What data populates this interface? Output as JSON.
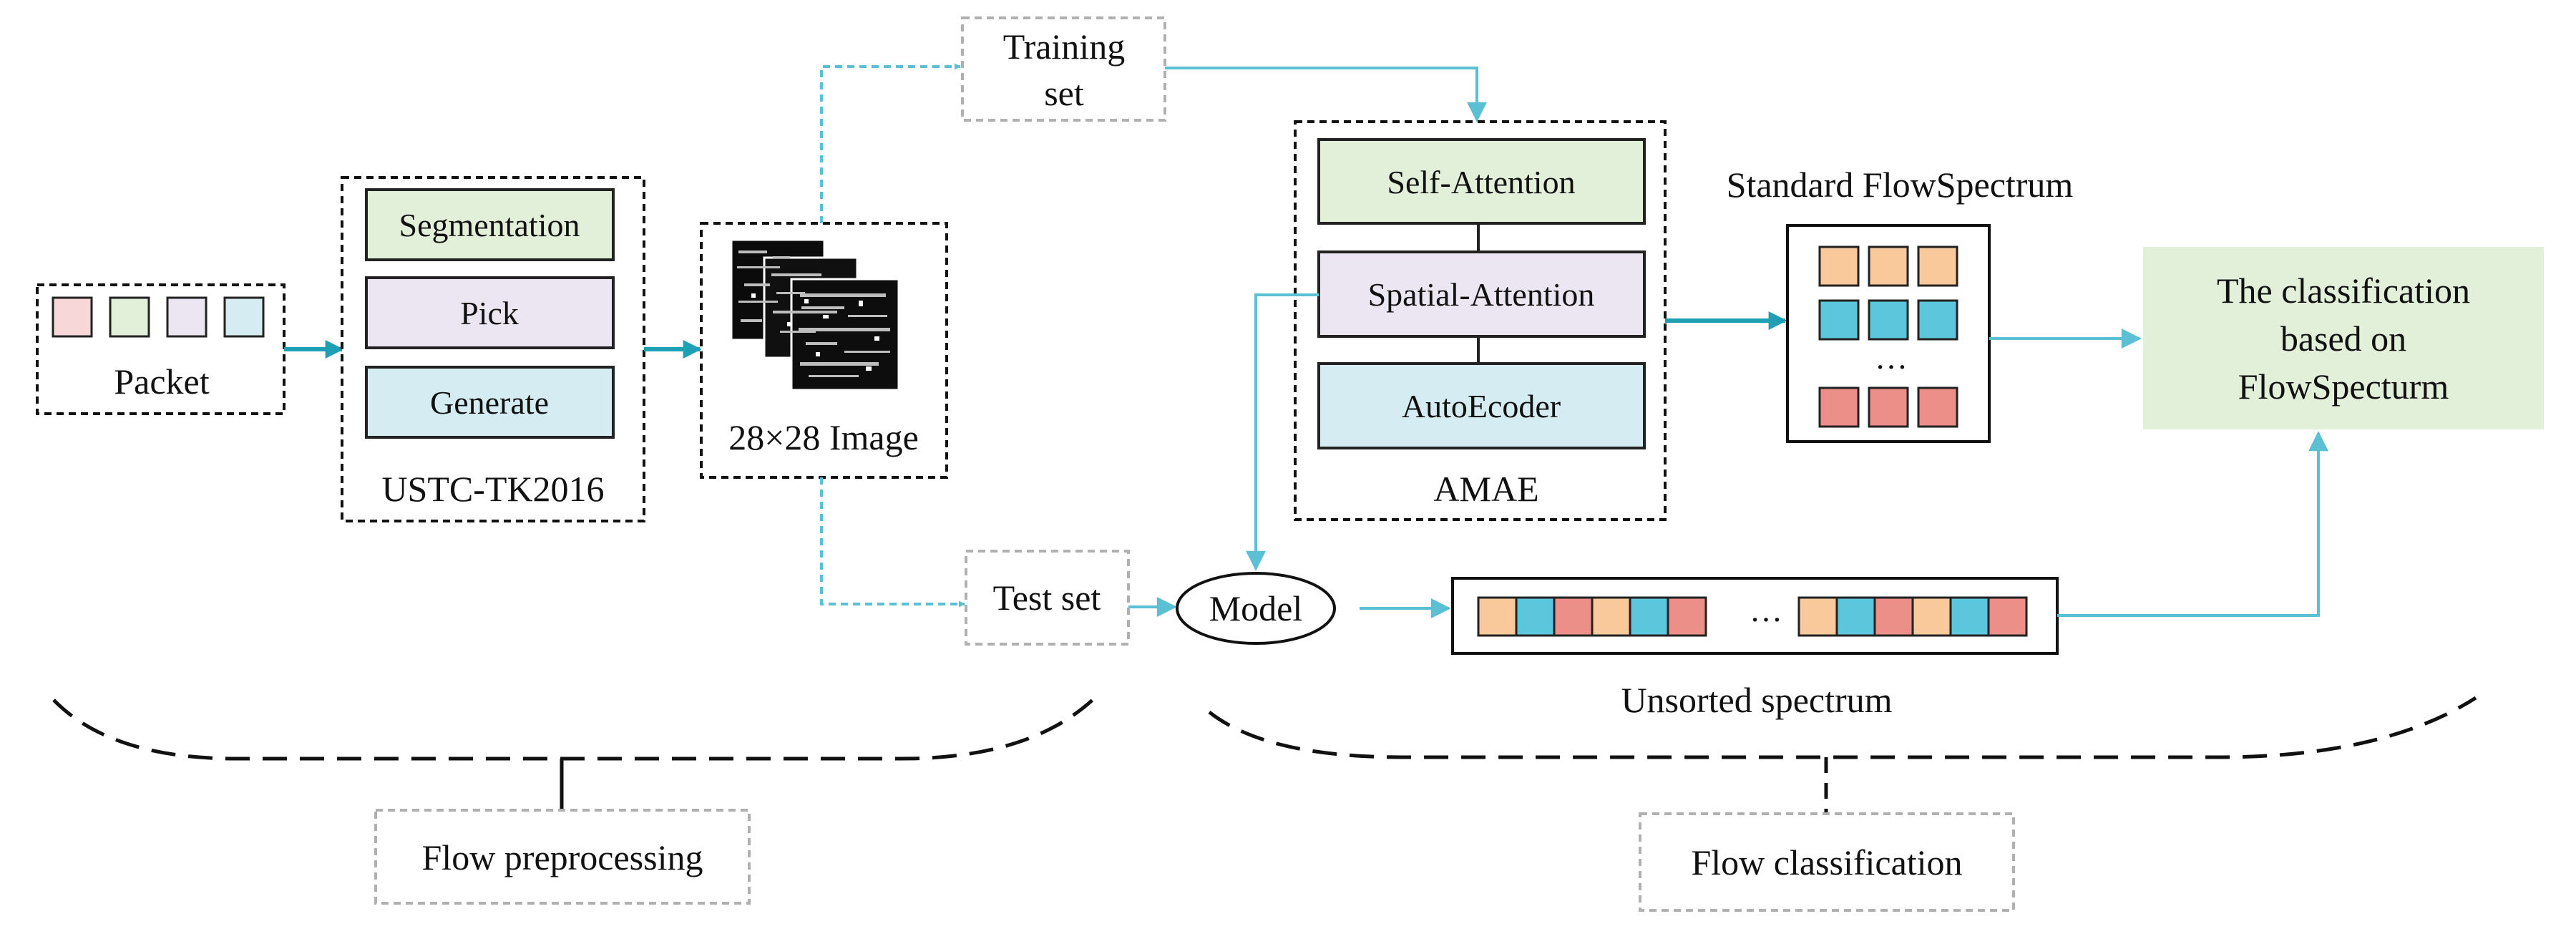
{
  "colors": {
    "arrow": "#5bc0d3",
    "arrow_dark": "#1e9fb3",
    "green": "#e2efd9",
    "lavender": "#ebe6f2",
    "cyan": "#d5edf2",
    "cell_orange": "#f9c89b",
    "cell_blue": "#5bc6dc",
    "cell_red": "#ec8f88",
    "cell_pink": "#f8d7d8",
    "cell_green": "#e2efd9",
    "cell_lavender": "#ebe6f2",
    "cell_cyan": "#d5edf2",
    "dashed_gray": "#b0b0b0"
  },
  "packet": {
    "label": "Packet"
  },
  "dataset": {
    "title": "USTC-TK2016",
    "steps": [
      "Segmentation",
      "Pick",
      "Generate"
    ]
  },
  "image": {
    "label": "28×28 Image"
  },
  "training_set": {
    "line1": "Training",
    "line2": "set"
  },
  "test_set": {
    "label": "Test set"
  },
  "amae": {
    "title": "AMAE",
    "layers": [
      "Self-Attention",
      "Spatial-Attention",
      "AutoEcoder"
    ]
  },
  "standard_spectrum": {
    "title": "Standard FlowSpectrum",
    "ellipsis": "…"
  },
  "classification": {
    "line1": "The classification",
    "line2": "based on",
    "line3": "FlowSpecturm"
  },
  "model": {
    "label": "Model"
  },
  "unsorted_spectrum": {
    "label": "Unsorted spectrum",
    "ellipsis": "…",
    "cells_left": [
      "orange",
      "blue",
      "red",
      "orange",
      "blue",
      "red"
    ],
    "cells_right": [
      "orange",
      "blue",
      "red",
      "orange",
      "blue",
      "red"
    ]
  },
  "phases": {
    "preprocessing": "Flow preprocessing",
    "classification": "Flow classification"
  }
}
